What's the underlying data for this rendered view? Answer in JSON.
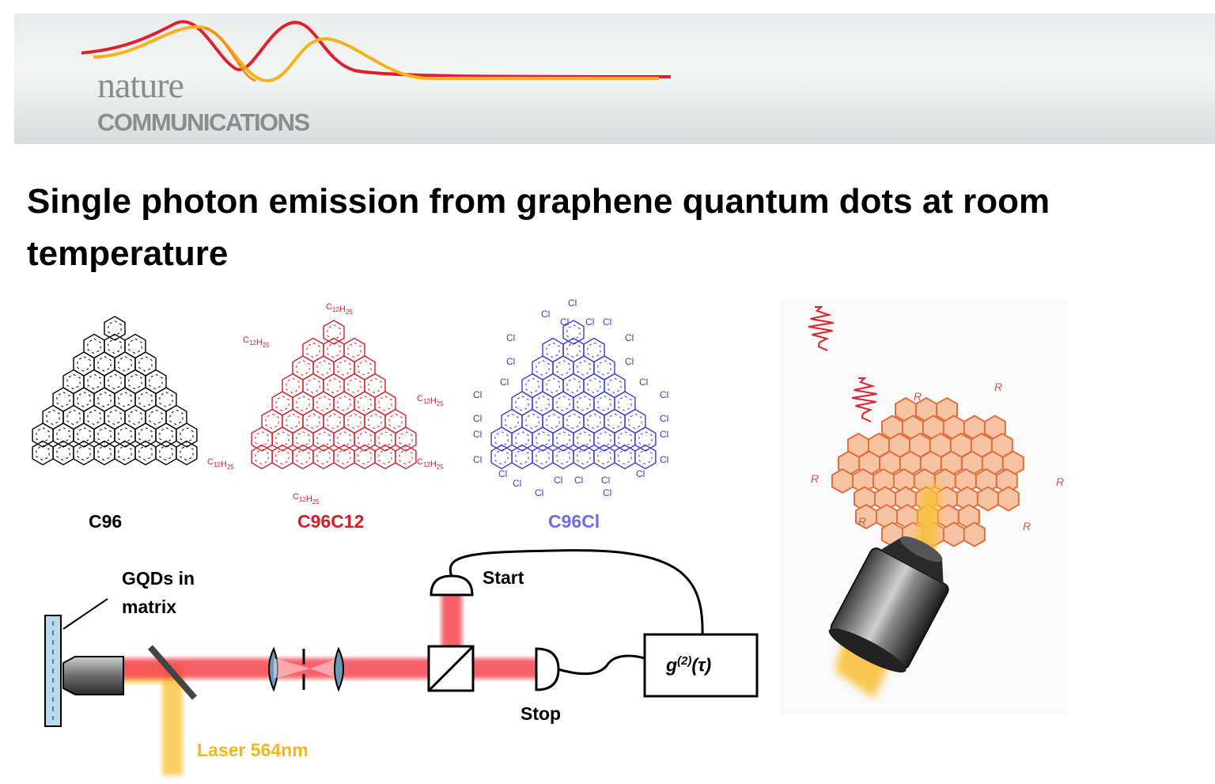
{
  "journal": {
    "logo_top": "nature",
    "logo_bottom": "COMMUNICATIONS"
  },
  "title": "Single photon emission from graphene quantum dots at room temperature",
  "molecules": [
    {
      "name": "C96",
      "color": "#000000"
    },
    {
      "name": "C96C12",
      "color": "#d11f2a",
      "substituent": "C12H25"
    },
    {
      "name": "C96Cl",
      "color": "#3a3ad6",
      "substituent": "Cl"
    }
  ],
  "setup": {
    "sample_label_line1": "GQDs in",
    "sample_label_line2": "matrix",
    "laser_label": "Laser 564nm",
    "start_label": "Start",
    "stop_label": "Stop",
    "correlator": {
      "g": "g",
      "sup": "(2)",
      "arg": "(τ)"
    }
  },
  "illustration": {
    "substituent_label": "R"
  },
  "colors": {
    "beam_red": "#f4444f",
    "laser_yellow": "#f9c23c",
    "banner_gray": "#8a8d8e"
  }
}
